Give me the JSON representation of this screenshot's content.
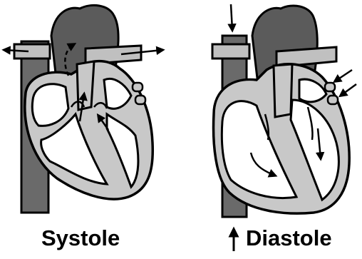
{
  "labels": {
    "systole": "Systole",
    "diastole": "Diastole"
  },
  "colors": {
    "outline": "#000000",
    "vessel_dark": "#5f5f5f",
    "vessel_mid": "#7a7a7a",
    "vessel_light": "#bdbdbd",
    "muscle": "#c8c8c8",
    "chamber": "#ffffff",
    "background": "#ffffff"
  },
  "diagrams": [
    {
      "name": "systole",
      "state": "ventricles contracting, blood ejected into arteries"
    },
    {
      "name": "diastole",
      "state": "ventricles relaxing, blood flowing in from veins and atria"
    }
  ]
}
